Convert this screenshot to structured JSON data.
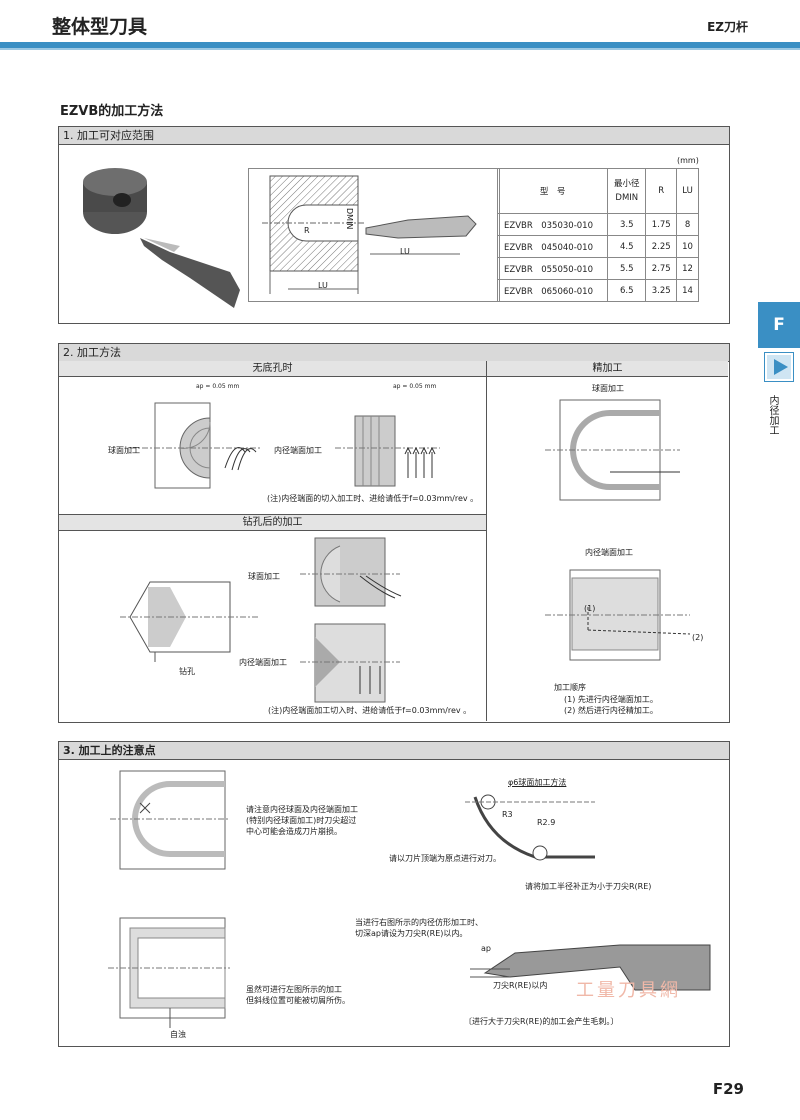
{
  "header": {
    "title": "整体型刀具",
    "right": "EZ刀杆"
  },
  "section_title": "EZVB的加工方法",
  "s1": {
    "heading": "1. 加工可对应范围",
    "unit": "(mm)",
    "dim_labels": {
      "dmin": "DMIN",
      "r": "R",
      "lu": "LU"
    },
    "table": {
      "headers": [
        "型　号",
        "最小径\nDMIN",
        "R",
        "LU"
      ],
      "rows": [
        [
          "EZVBR　035030-010",
          "3.5",
          "1.75",
          "8"
        ],
        [
          "EZVBR　045040-010",
          "4.5",
          "2.25",
          "10"
        ],
        [
          "EZVBR　055050-010",
          "5.5",
          "2.75",
          "12"
        ],
        [
          "EZVBR　065060-010",
          "6.5",
          "3.25",
          "14"
        ]
      ]
    }
  },
  "s2": {
    "heading": "2. 加工方法",
    "no_bottom": "无底孔时",
    "finish": "精加工",
    "after_drill": "钻孔后的加工",
    "ap": "ap = 0.05 mm",
    "ball": "球面加工",
    "end": "内径端面加工",
    "note1": "(注)内径端面的切入加工时、进给请低于f=0.03mm/rev 。",
    "drill": "钻孔",
    "note2": "(注)内径端面加工切入时、进给请低于f=0.03mm/rev 。",
    "finish_ball": "球面加工",
    "finish_end": "内径端面加工",
    "m1": "(1)",
    "m2": "(2)",
    "order_title": "加工顺序",
    "order1": "(1) 先进行内径端面加工。",
    "order2": "(2) 然后进行内径精加工。"
  },
  "s3": {
    "heading": "3. 加工上的注意点",
    "note_a": "请注意内径球面及内径端面加工\n(特别内径球面加工)时刀尖超过\n中心可能会造成刀片崩损。",
    "ball6": "φ6球面加工方法",
    "r3": "R3",
    "r29": "R2.9",
    "note_b": "请以刀片顶端为原点进行对刀。",
    "note_c": "请将加工半径补正为小于刀尖R(RE)",
    "note_d": "当进行右图所示的内径仿形加工时、\n切深ap请设为刀尖R(RE)以内。",
    "ap": "ap",
    "re_label": "刀尖R(RE)以内",
    "note_e": "〔进行大于刀尖R(RE)的加工会产生毛刺。〕",
    "note_f": "虽然可进行左图所示的加工\n但斜线位置可能被切屑所伤。",
    "chip": "自浊",
    "watermark": "工量刀具網"
  },
  "side_tab": {
    "letter": "F",
    "label": "内径加工"
  },
  "page_number": "F29"
}
